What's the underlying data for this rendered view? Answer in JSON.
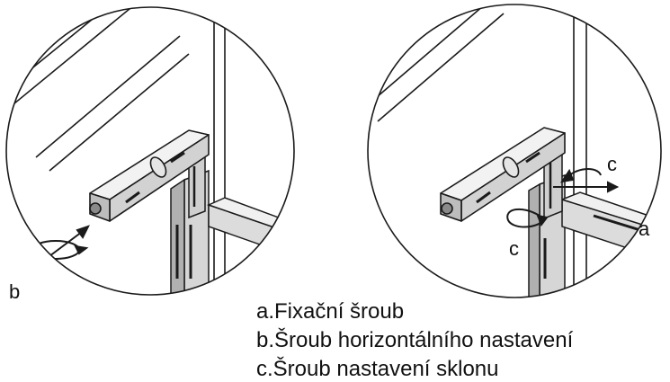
{
  "callouts": {
    "left_b": "b",
    "right_c_top": "c",
    "right_c_bottom": "c",
    "right_a": "a"
  },
  "legend": [
    "a.Fixační šroub",
    "b.Šroub horizontálního nastavení",
    "c.Šroub nastavení sklonu"
  ],
  "colors": {
    "outline": "#1a1a1a",
    "metal_light": "#e8e8e8",
    "metal_mid": "#c8c8c8",
    "metal_dark": "#9a9a9a",
    "background": "#ffffff"
  }
}
